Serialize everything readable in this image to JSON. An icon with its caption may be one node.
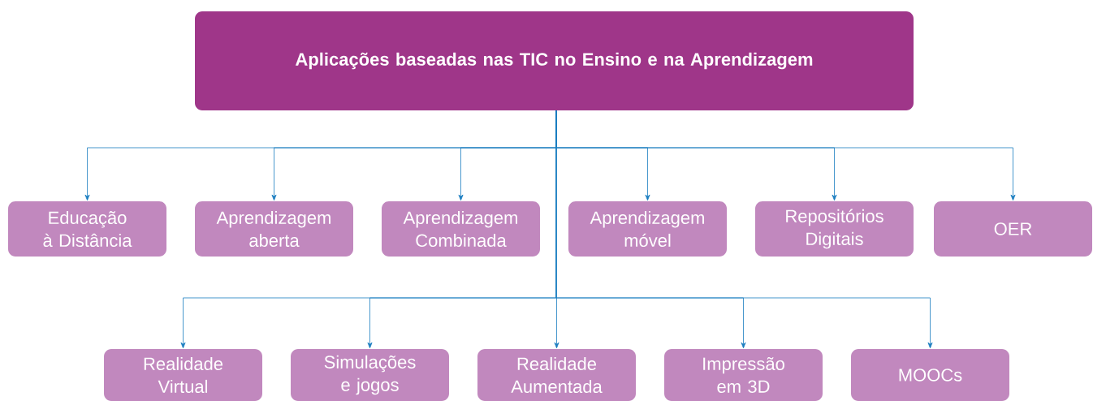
{
  "diagram": {
    "nodes": [
      {
        "text": [
          "Aplicações baseadas nas TIC no Ensino e na Aprendizagem"
        ]
      },
      {
        "text": [
          "Educação à Distância"
        ]
      },
      {
        "text": [
          "Aprendizagem aberta"
        ]
      },
      {
        "text": [
          "Aprendizagem Combinada"
        ]
      },
      {
        "text": [
          "Aprendizagem móvel"
        ]
      },
      {
        "text": [
          "Repositórios Digitais"
        ]
      },
      {
        "text": [
          "OER"
        ]
      },
      {
        "text": [
          "Realidade Virtual"
        ]
      },
      {
        "text": [
          "Simulações e jogos"
        ]
      },
      {
        "text": [
          "Realidade Aumentada"
        ]
      },
      {
        "text": [
          "Impressão em 3D"
        ]
      },
      {
        "text": [
          "MOOCs"
        ]
      }
    ],
    "edges": [
      {
        "from": 0,
        "to": 1,
        "arrow": "to"
      },
      {
        "from": 0,
        "to": 2,
        "arrow": "to"
      },
      {
        "from": 0,
        "to": 3,
        "arrow": "to"
      },
      {
        "from": 0,
        "to": 4,
        "arrow": "to"
      },
      {
        "from": 0,
        "to": 5,
        "arrow": "to"
      },
      {
        "from": 0,
        "to": 6,
        "arrow": "to"
      },
      {
        "from": 0,
        "to": 7,
        "arrow": "to"
      },
      {
        "from": 0,
        "to": 8,
        "arrow": "to"
      },
      {
        "from": 0,
        "to": 9,
        "arrow": "to"
      },
      {
        "from": 0,
        "to": 10,
        "arrow": "to"
      },
      {
        "from": 0,
        "to": 11,
        "arrow": "to"
      }
    ]
  }
}
